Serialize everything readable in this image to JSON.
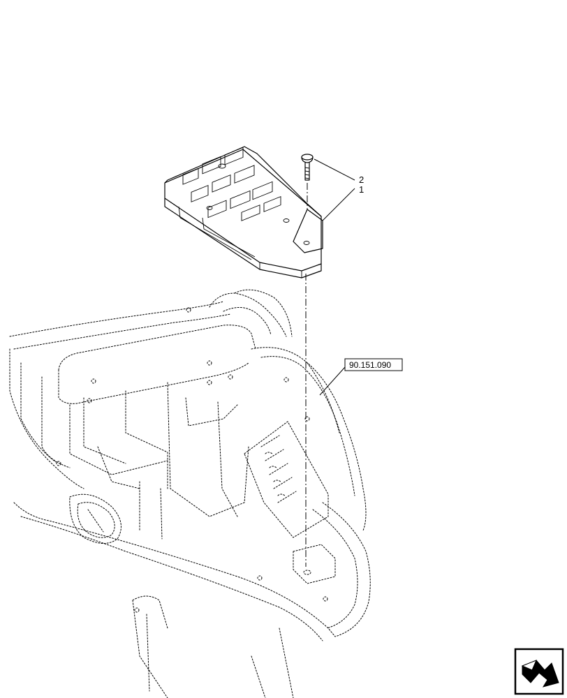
{
  "callouts": [
    {
      "label": "2"
    },
    {
      "label": "1"
    }
  ],
  "reference": {
    "code": "90.151.090"
  },
  "nav_icon": {
    "name": "next-page-arrow-icon"
  }
}
